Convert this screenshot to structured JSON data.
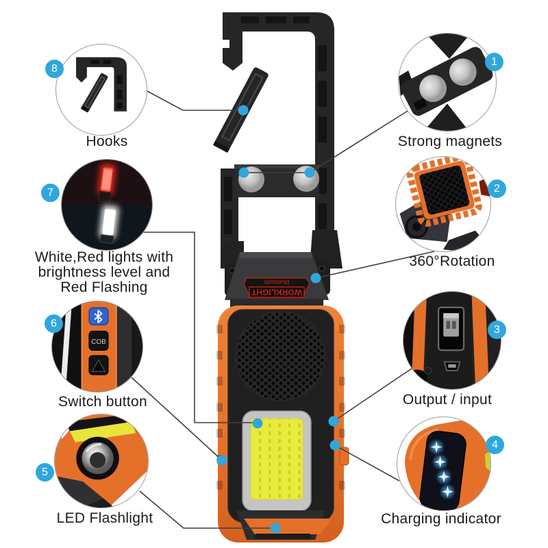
{
  "figure": {
    "type": "product-feature-diagram",
    "background": "#ffffff"
  },
  "colors": {
    "accent_blue": "#2fa7dd",
    "body_orange": "#e4702a",
    "cob_yellow": "#e8ea3c",
    "logo_red": "#c22418",
    "connector_gray": "#3f3f3f",
    "label_text": "#1b1b1b"
  },
  "product": {
    "brand_line1": "WORKLIGHT",
    "brand_line2": "bluetooth"
  },
  "callouts": [
    {
      "number": "1",
      "label": "Strong magnets"
    },
    {
      "number": "2",
      "label": "360°Rotation"
    },
    {
      "number": "3",
      "label": "Output / input"
    },
    {
      "number": "4",
      "label": "Charging indicator"
    },
    {
      "number": "5",
      "label": "LED Flashlight"
    },
    {
      "number": "6",
      "label": "Switch button",
      "button_label": "COB"
    },
    {
      "number": "7",
      "label": "White,Red lights with brightness level and Red Flashing"
    },
    {
      "number": "8",
      "label": "Hooks"
    }
  ]
}
